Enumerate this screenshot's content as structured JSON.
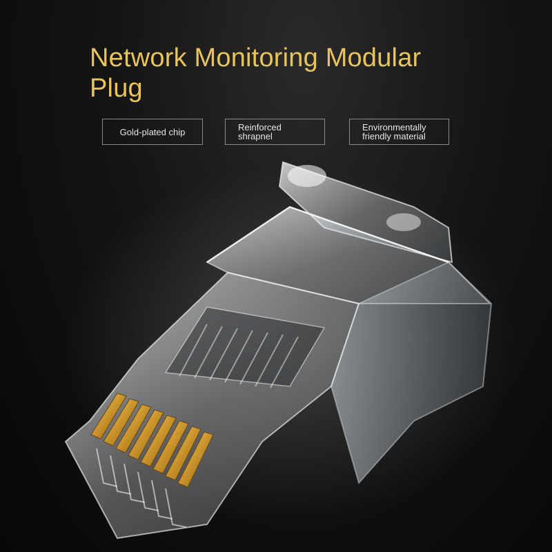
{
  "title": "Network Monitoring Modular Plug",
  "features": [
    {
      "label": "Gold-plated chip"
    },
    {
      "label": "Reinforced\nshrapnel"
    },
    {
      "label": "Environmentally\nfriendly material"
    }
  ],
  "image": {
    "subject": "rj45-connector-image",
    "contact_color": "#d9a63a",
    "title_color": "#e8c45a"
  }
}
